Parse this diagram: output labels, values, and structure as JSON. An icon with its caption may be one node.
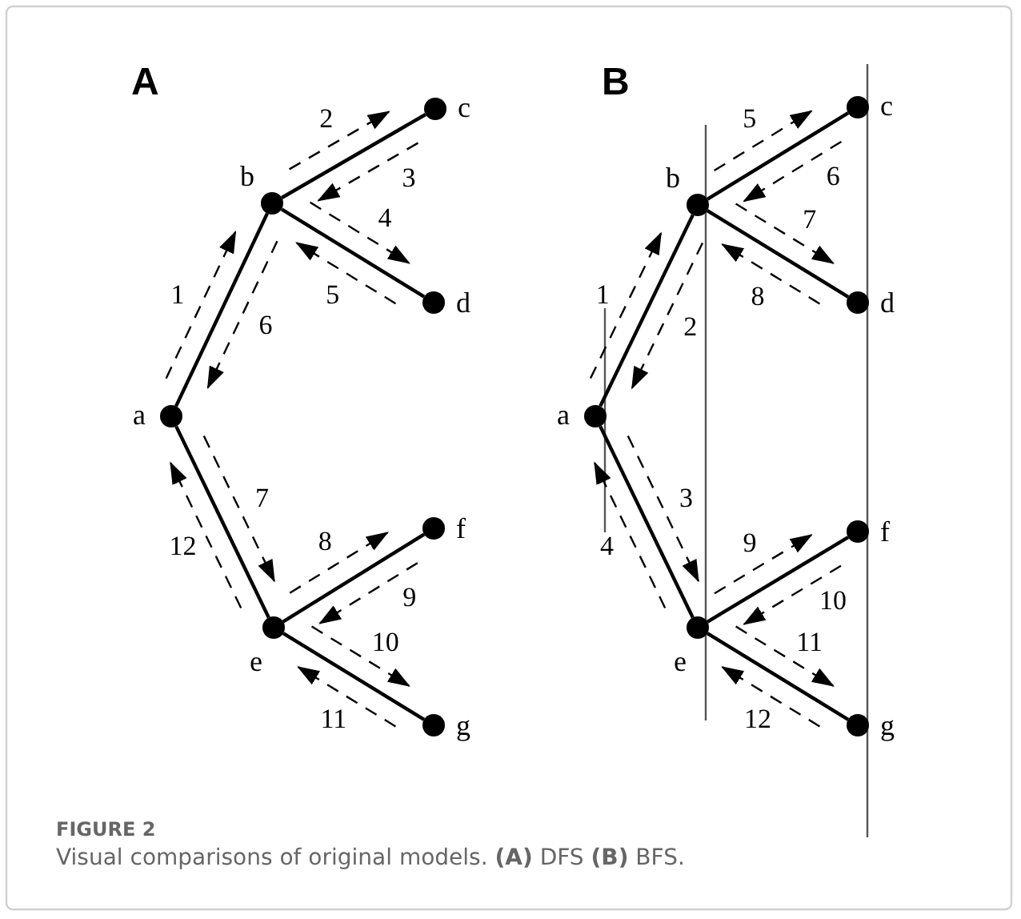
{
  "diagram": {
    "caption": "Visual comparisons of original models. **(A)** DFS **(B)** BFS.",
    "nodes": [
      {
        "text": [],
        "shape": "circle",
        "beside": [
          "a"
        ]
      },
      {
        "text": [],
        "shape": "circle",
        "beside": [
          "b"
        ]
      },
      {
        "text": [],
        "shape": "circle",
        "beside": [
          "c"
        ]
      },
      {
        "text": [],
        "shape": "circle",
        "beside": [
          "d"
        ]
      },
      {
        "text": [],
        "shape": "circle",
        "beside": [
          "e"
        ]
      },
      {
        "text": [],
        "shape": "circle",
        "beside": [
          "f"
        ]
      },
      {
        "text": [],
        "shape": "circle",
        "beside": [
          "g"
        ]
      },
      {
        "text": [],
        "shape": "circle",
        "beside": [
          "a"
        ]
      },
      {
        "text": [],
        "shape": "circle",
        "beside": [
          "b"
        ]
      },
      {
        "text": [],
        "shape": "circle",
        "beside": [
          "c"
        ]
      },
      {
        "text": [],
        "shape": "circle",
        "beside": [
          "d"
        ]
      },
      {
        "text": [],
        "shape": "circle",
        "beside": [
          "e"
        ]
      },
      {
        "text": [],
        "shape": "circle",
        "beside": [
          "f"
        ]
      },
      {
        "text": [],
        "shape": "circle",
        "beside": [
          "g"
        ]
      }
    ],
    "edges": [
      {
        "from": 0,
        "to": 1,
        "arrow": "none"
      },
      {
        "from": 1,
        "to": 2,
        "arrow": "none"
      },
      {
        "from": 1,
        "to": 3,
        "arrow": "none"
      },
      {
        "from": 0,
        "to": 4,
        "arrow": "none"
      },
      {
        "from": 4,
        "to": 5,
        "arrow": "none"
      },
      {
        "from": 4,
        "to": 6,
        "arrow": "none"
      },
      {
        "from": 0,
        "to": 1,
        "arrow": "to",
        "style": "dashed",
        "label": "1"
      },
      {
        "from": 1,
        "to": 2,
        "arrow": "to",
        "style": "dashed",
        "label": "2"
      },
      {
        "from": 2,
        "to": 1,
        "arrow": "to",
        "style": "dashed",
        "label": "3"
      },
      {
        "from": 1,
        "to": 3,
        "arrow": "to",
        "style": "dashed",
        "label": "4"
      },
      {
        "from": 3,
        "to": 1,
        "arrow": "to",
        "style": "dashed",
        "label": "5"
      },
      {
        "from": 1,
        "to": 0,
        "arrow": "to",
        "style": "dashed",
        "label": "6"
      },
      {
        "from": 0,
        "to": 4,
        "arrow": "to",
        "style": "dashed",
        "label": "7"
      },
      {
        "from": 4,
        "to": 5,
        "arrow": "to",
        "style": "dashed",
        "label": "8"
      },
      {
        "from": 5,
        "to": 4,
        "arrow": "to",
        "style": "dashed",
        "label": "9"
      },
      {
        "from": 4,
        "to": 6,
        "arrow": "to",
        "style": "dashed",
        "label": "10"
      },
      {
        "from": 6,
        "to": 4,
        "arrow": "to",
        "style": "dashed",
        "label": "11"
      },
      {
        "from": 4,
        "to": 0,
        "arrow": "to",
        "style": "dashed",
        "label": "12"
      },
      {
        "from": 7,
        "to": 8,
        "arrow": "none"
      },
      {
        "from": 8,
        "to": 9,
        "arrow": "none"
      },
      {
        "from": 8,
        "to": 10,
        "arrow": "none"
      },
      {
        "from": 7,
        "to": 11,
        "arrow": "none"
      },
      {
        "from": 11,
        "to": 12,
        "arrow": "none"
      },
      {
        "from": 11,
        "to": 13,
        "arrow": "none"
      },
      {
        "from": 7,
        "to": 8,
        "arrow": "to",
        "style": "dashed",
        "label": "1"
      },
      {
        "from": 8,
        "to": 7,
        "arrow": "to",
        "style": "dashed",
        "label": "2"
      },
      {
        "from": 7,
        "to": 11,
        "arrow": "to",
        "style": "dashed",
        "label": "3"
      },
      {
        "from": 11,
        "to": 7,
        "arrow": "to",
        "style": "dashed",
        "label": "4"
      },
      {
        "from": 8,
        "to": 9,
        "arrow": "to",
        "style": "dashed",
        "label": "5"
      },
      {
        "from": 9,
        "to": 8,
        "arrow": "to",
        "style": "dashed",
        "label": "6"
      },
      {
        "from": 8,
        "to": 10,
        "arrow": "to",
        "style": "dashed",
        "label": "7"
      },
      {
        "from": 10,
        "to": 8,
        "arrow": "to",
        "style": "dashed",
        "label": "8"
      },
      {
        "from": 11,
        "to": 12,
        "arrow": "to",
        "style": "dashed",
        "label": "9"
      },
      {
        "from": 12,
        "to": 11,
        "arrow": "to",
        "style": "dashed",
        "label": "10"
      },
      {
        "from": 11,
        "to": 13,
        "arrow": "to",
        "style": "dashed",
        "label": "11"
      },
      {
        "from": 13,
        "to": 11,
        "arrow": "to",
        "style": "dashed",
        "label": "12"
      }
    ],
    "labels": [
      "A",
      "B",
      "FIGURE 2"
    ]
  }
}
